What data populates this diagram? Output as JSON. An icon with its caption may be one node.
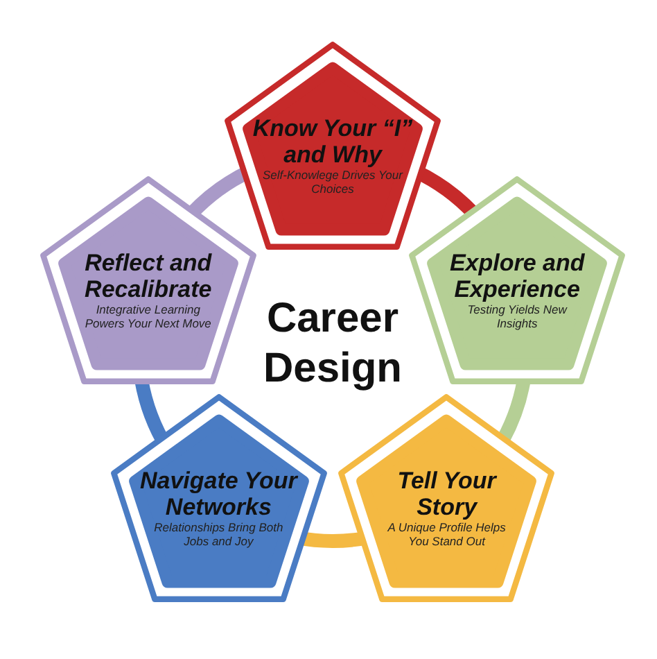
{
  "diagram": {
    "nodes": [
      {
        "text": [
          "Know Your “I” and Why",
          "Self-Knowlege Drives Your Choices"
        ]
      },
      {
        "text": [
          "Explore and Experience",
          "Testing Yields New Insights"
        ]
      },
      {
        "text": [
          "Tell Your Story",
          "A Unique Profile Helps You Stand Out"
        ]
      },
      {
        "text": [
          "Navigate Your Networks",
          "Relationships Bring Both Jobs and Joy"
        ]
      },
      {
        "text": [
          "Reflect and Recalibrate",
          "Integrative Learning Powers Your Next Move"
        ]
      }
    ],
    "edges": [
      {
        "from": 0,
        "to": 1,
        "arrow": "none",
        "color": "#c62a2a"
      },
      {
        "from": 1,
        "to": 2,
        "arrow": "none",
        "color": "#b5cf95"
      },
      {
        "from": 2,
        "to": 3,
        "arrow": "none",
        "color": "#f4b942"
      },
      {
        "from": 3,
        "to": 4,
        "arrow": "none",
        "color": "#4a7cc4"
      },
      {
        "from": 4,
        "to": 0,
        "arrow": "none",
        "color": "#a99ac8"
      }
    ],
    "labels": [
      "Career Design"
    ]
  }
}
